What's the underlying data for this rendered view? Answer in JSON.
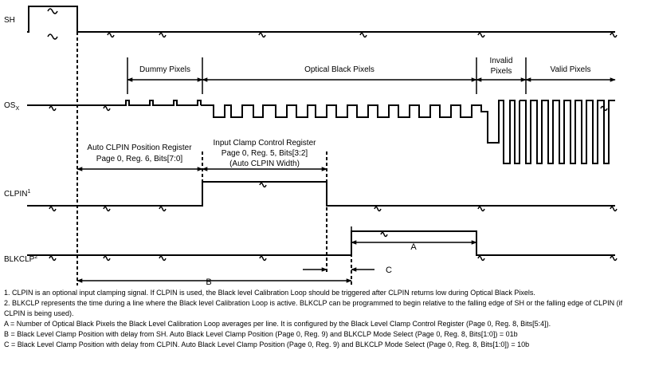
{
  "signals": {
    "sh": "SH",
    "osx_main": "OS",
    "osx_sub": "X",
    "clpin_main": "CLPIN",
    "clpin_sup": "1",
    "blkclp_main": "BLKCLP",
    "blkclp_sup": "2"
  },
  "regions": {
    "dummy": "Dummy Pixels",
    "optical_black": "Optical Black Pixels",
    "invalid_1": "Invalid",
    "invalid_2": "Pixels",
    "valid": "Valid Pixels"
  },
  "annotations": {
    "auto_clpin_pos": [
      "Auto CLPIN Position Register",
      "Page 0, Reg. 6, Bits[7:0]"
    ],
    "input_clamp": [
      "Input Clamp Control Register",
      "Page 0, Reg. 5, Bits[3:2]",
      "(Auto CLPIN Width)"
    ],
    "label_a": "A",
    "label_b": "B",
    "label_c": "C"
  },
  "notes": [
    "1. CLPIN is an optional input clamping signal.  If CLPIN is used, the Black level Calibration Loop should be triggered after CLPIN returns low during Optical Black Pixels.",
    "2. BLKCLP represents the time during a line where the Black level Calibration Loop is active.  BLKCLP can be programmed to begin relative to the falling edge of SH or the falling edge of CLPIN (if CLPIN is being used).",
    "A = Number of Optical Black Pixels the Black Level Calibration Loop averages per line.  It is configured by the Black Level Clamp Control Register (Page 0, Reg. 8, Bits[5:4]).",
    "B = Black Level Clamp Position with delay from SH.  Auto Black Level Clamp Position (Page 0, Reg. 9) and BLKCLP Mode Select (Page 0, Reg. 8, Bits[1:0]) = 01b",
    "C = Black Level Clamp Position with delay from CLPIN.  Auto Black Level Clamp Position (Page 0, Reg. 9) and BLKCLP Mode Select (Page 0, Reg. 8, Bits[1:0]) = 10b"
  ]
}
